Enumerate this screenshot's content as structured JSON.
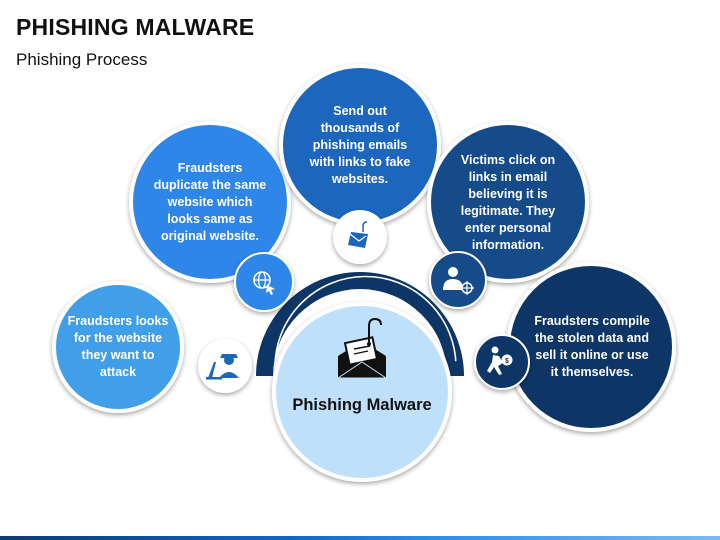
{
  "header": {
    "title": "PHISHING MALWARE",
    "subtitle": "Phishing Process"
  },
  "center": {
    "label": "Phishing Malware",
    "icon": "phishing-envelope-hook-icon"
  },
  "steps": [
    {
      "text": "Fraudsters looks for the website they want to attack",
      "icon": "hacker-laptop-icon",
      "color": "#3f9fe8"
    },
    {
      "text": "Fraudsters duplicate the same website which looks same as original website.",
      "icon": "globe-cursor-icon",
      "color": "#2f86e8"
    },
    {
      "text": "Send out thousands of phishing emails with links to fake websites.",
      "icon": "email-hook-icon",
      "color": "#1a66bd"
    },
    {
      "text": "Victims click on links in email believing it is legitimate. They enter personal information.",
      "icon": "user-target-icon",
      "color": "#154b8a"
    },
    {
      "text": "Fraudsters compile the stolen data and sell it online or use it themselves.",
      "icon": "thief-running-icon",
      "color": "#0d3566"
    }
  ],
  "colors": {
    "center_fill": "#bfe0fb",
    "arc": "#0d3566",
    "icon_circle": "#ffffff"
  }
}
